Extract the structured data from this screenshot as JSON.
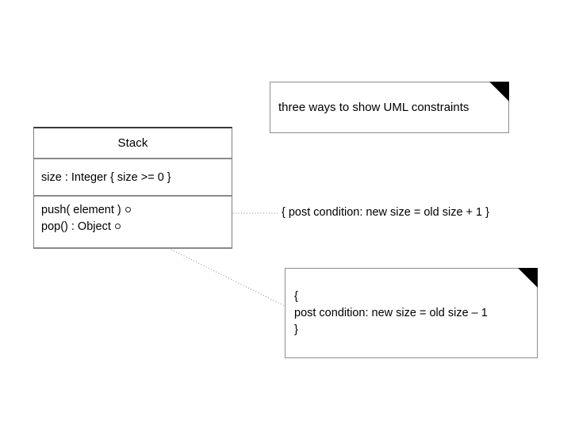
{
  "diagram": {
    "background_color": "#ffffff",
    "line_color": "#808080",
    "text_color": "#000000"
  },
  "class_box": {
    "name": "Stack",
    "attributes": [
      "size : Integer { size >= 0 }"
    ],
    "operations": [
      {
        "signature": "push( element )",
        "has_anchor": true
      },
      {
        "signature": "pop() : Object",
        "has_anchor": true
      }
    ]
  },
  "notes": {
    "top": {
      "lines": [
        "three ways to show UML constraints"
      ]
    },
    "bottom": {
      "lines": [
        "{",
        "post condition: new size = old size – 1",
        "}"
      ]
    }
  },
  "inline_constraint": {
    "text": "{ post condition: new size = old size + 1 }"
  },
  "connectors": [
    {
      "name": "push-to-inline-constraint",
      "style": "dotted-horizontal"
    },
    {
      "name": "pop-to-bottom-note",
      "style": "dotted-diagonal"
    }
  ]
}
